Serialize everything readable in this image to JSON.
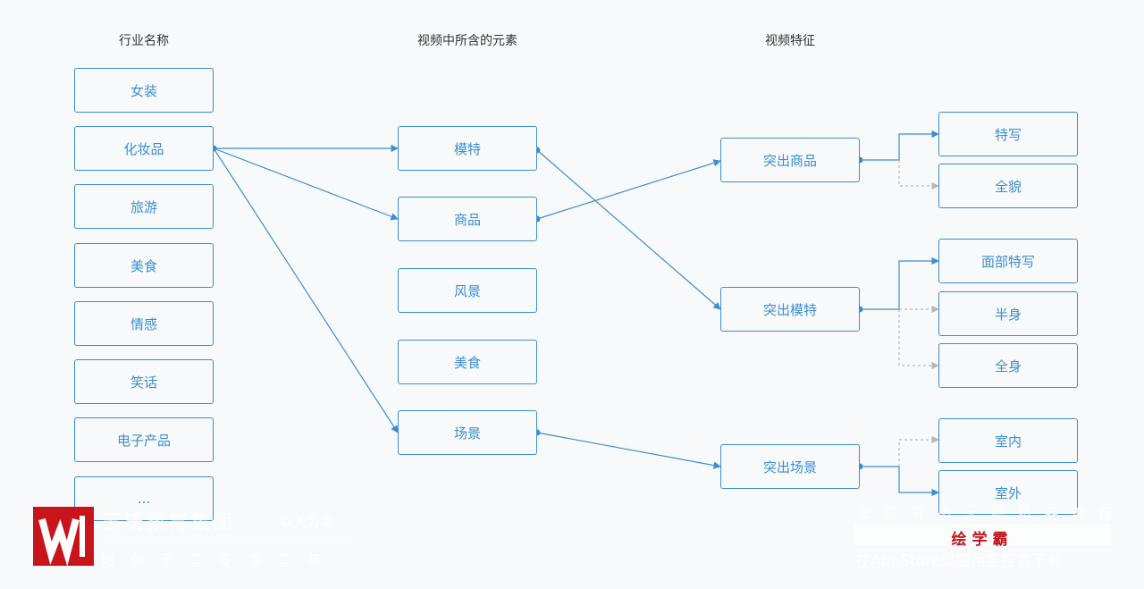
{
  "headers": {
    "industry": "行业名称",
    "elements": "视频中所含的元素",
    "features": "视频特征"
  },
  "industries": [
    "女装",
    "化妆品",
    "旅游",
    "美食",
    "情感",
    "笑话",
    "电子产品",
    "..."
  ],
  "elements": [
    "模特",
    "商品",
    "风景",
    "美食",
    "场景"
  ],
  "features": [
    "突出商品",
    "突出模特",
    "突出场景"
  ],
  "shots": [
    "特写",
    "全貌",
    "面部特写",
    "半身",
    "全身",
    "室内",
    "室外"
  ],
  "colors": {
    "primary": "#3a8fd0",
    "dashed": "#b8b8b8",
    "background": "#f8f9fa",
    "brand_red": "#c8151b"
  },
  "watermark": {
    "left_name": "王氏教育集团",
    "left_slogan": "以人为本",
    "left_sub": "始创于二零零二年",
    "right_line1": "全国更多大师精品课程",
    "right_brand": "绘学霸",
    "right_line3": "在AppStore或应用宝搜索下载"
  }
}
